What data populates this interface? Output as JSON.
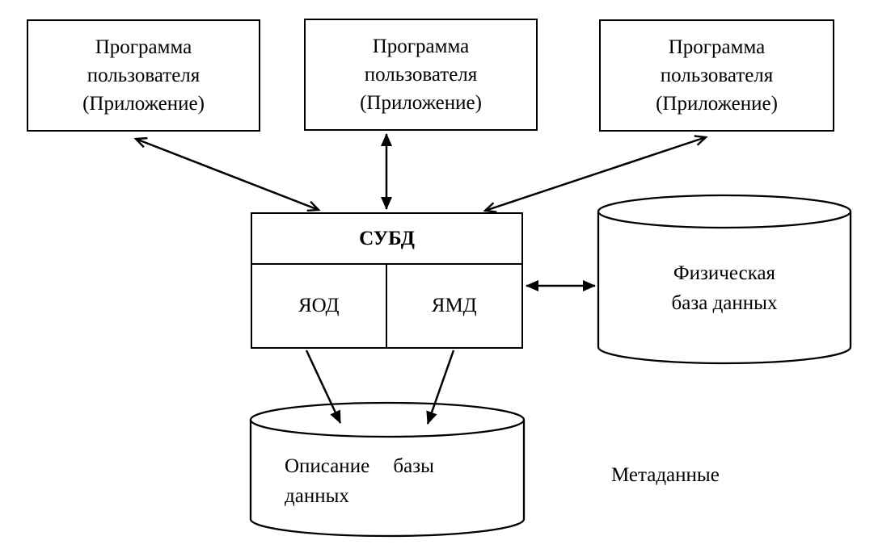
{
  "colors": {
    "line": "#000000",
    "background": "#ffffff",
    "text": "#000000"
  },
  "program_box": {
    "line1": "Программа",
    "line2": "пользователя",
    "line3": "(Приложение)"
  },
  "dbms": {
    "title": "СУБД",
    "ddl_label": "ЯОД",
    "dml_label": "ЯМД"
  },
  "physical_db": {
    "line1": "Физическая",
    "line2": "база данных"
  },
  "db_description": {
    "line1": "Описание базы",
    "line2": "данных"
  },
  "metadata_label": "Метаданные"
}
